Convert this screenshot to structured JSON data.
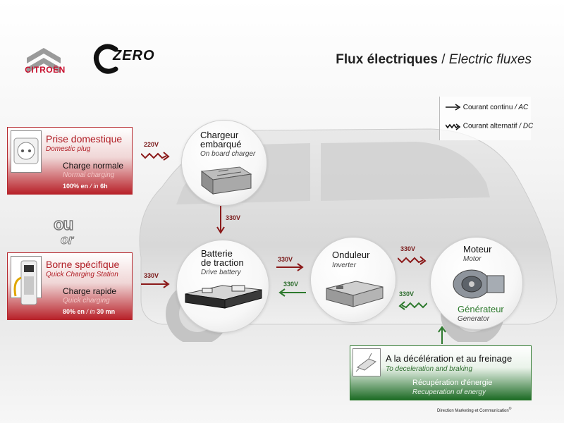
{
  "brand": {
    "name": "CITROËN",
    "model": "ZERO"
  },
  "title": {
    "fr": "Flux électriques",
    "sep": " / ",
    "en": "Electric fluxes"
  },
  "legend": {
    "direct": {
      "fr": "Courant continu",
      "en": "/ AC"
    },
    "alternating": {
      "fr": "Courant alternatif",
      "en": "/ DC"
    }
  },
  "sources": [
    {
      "title": "Prise domestique",
      "subtitle": "Domestic plug",
      "charge": "Charge normale",
      "charge_sub": "Normal charging",
      "time_pct": "100% en",
      "time_sep": "/ in",
      "time_val": "6h",
      "voltage": "220V"
    },
    {
      "title": "Borne spécifique",
      "subtitle": "Quick Charging Station",
      "charge": "Charge rapide",
      "charge_sub": "Quick charging",
      "time_pct": "80% en",
      "time_sep": "/ in",
      "time_val": "30 mn",
      "voltage": "330V"
    }
  ],
  "or_text": {
    "fr": "ou",
    "en": "or"
  },
  "components": {
    "charger": {
      "title1": "Chargeur",
      "title2": "embarqué",
      "sub": "On board charger"
    },
    "battery": {
      "title1": "Batterie",
      "title2": "de traction",
      "sub": "Drive battery"
    },
    "inverter": {
      "title": "Onduleur",
      "sub": "Inverter"
    },
    "motor": {
      "title": "Moteur",
      "sub": "Motor"
    },
    "generator": {
      "title": "Générateur",
      "sub": "Generator"
    }
  },
  "voltages": {
    "charger_to_battery": "330V",
    "battery_to_inverter": "330V",
    "inverter_to_battery": "330V",
    "inverter_to_motor": "330V",
    "motor_to_inverter": "330V"
  },
  "recovery": {
    "title": "A la décélération et au freinage",
    "subtitle": "To deceleration and braking",
    "title2": "Récupération d'énergie",
    "subtitle2": "Recuperation of energy"
  },
  "footer": "Direction Marketing et Communication",
  "colors": {
    "ac_red": "#8b1a1a",
    "green": "#2e7a2e",
    "brand_red": "#c8102e"
  }
}
